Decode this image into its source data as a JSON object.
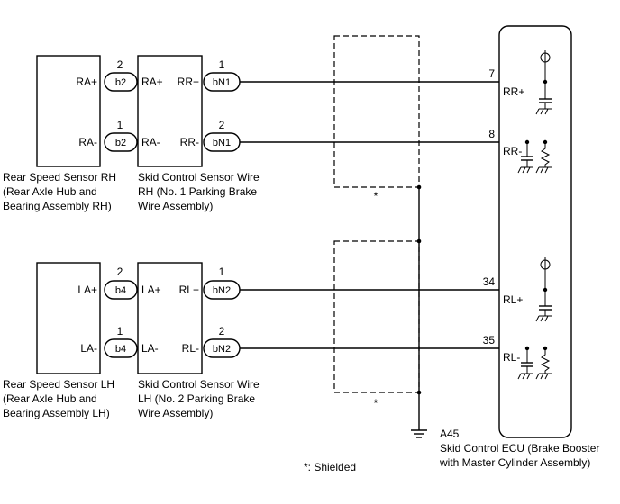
{
  "components": {
    "sensor_rh": {
      "pins": [
        "RA+",
        "RA-"
      ],
      "caption": [
        "Rear Speed Sensor RH",
        "(Rear Axle Hub and",
        "Bearing Assembly RH)"
      ]
    },
    "sensor_lh": {
      "pins": [
        "LA+",
        "LA-"
      ],
      "caption": [
        "Rear Speed Sensor LH",
        "(Rear Axle Hub and",
        "Bearing Assembly LH)"
      ]
    },
    "wire_rh": {
      "pins_left": [
        "RA+",
        "RA-"
      ],
      "pins_right": [
        "RR+",
        "RR-"
      ],
      "caption": [
        "Skid Control Sensor Wire",
        "RH (No. 1 Parking Brake",
        "Wire Assembly)"
      ]
    },
    "wire_lh": {
      "pins_left": [
        "LA+",
        "LA-"
      ],
      "pins_right": [
        "RL+",
        "RL-"
      ],
      "caption": [
        "Skid Control Sensor Wire",
        "LH (No. 2 Parking Brake",
        "Wire Assembly)"
      ]
    },
    "ecu": {
      "code": "A45",
      "caption": [
        "Skid Control ECU (Brake Booster",
        "with Master Cylinder Assembly)"
      ],
      "pins": [
        {
          "num": "7",
          "name": "RR+"
        },
        {
          "num": "8",
          "name": "RR-"
        },
        {
          "num": "34",
          "name": "RL+"
        },
        {
          "num": "35",
          "name": "RL-"
        }
      ]
    }
  },
  "connectors": {
    "b2": {
      "label": "b2",
      "pins": [
        "2",
        "1"
      ]
    },
    "b4": {
      "label": "b4",
      "pins": [
        "2",
        "1"
      ]
    },
    "bN1": {
      "label": "bN1",
      "pins": [
        "1",
        "2"
      ]
    },
    "bN2": {
      "label": "bN2",
      "pins": [
        "1",
        "2"
      ]
    }
  },
  "shield_marks": [
    "*",
    "*"
  ],
  "footnote": "*: Shielded"
}
